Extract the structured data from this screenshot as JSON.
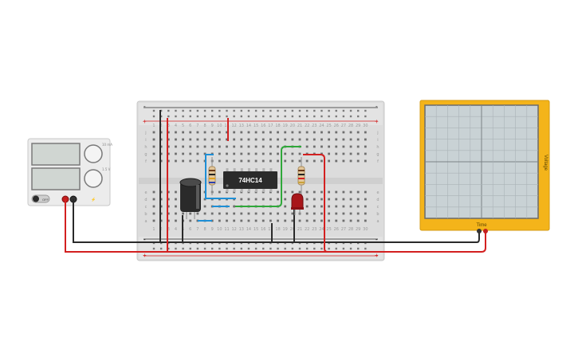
{
  "chip": {
    "label": "74HC14"
  },
  "power_supply": {
    "off_label": "OFF",
    "dial_labels": [
      "10 mA",
      "1.5 V"
    ]
  },
  "oscilloscope": {
    "time_label": "Time",
    "voltage_label": "Voltage"
  },
  "breadboard": {
    "row_letters_top": [
      "j",
      "i",
      "h",
      "g",
      "f"
    ],
    "row_letters_bottom": [
      "e",
      "d",
      "c",
      "b",
      "a"
    ],
    "columns": [
      1,
      2,
      3,
      4,
      5,
      6,
      7,
      8,
      9,
      10,
      11,
      12,
      13,
      14,
      15,
      16,
      17,
      18,
      19,
      20,
      21,
      22,
      23,
      24,
      25,
      26,
      27,
      28,
      29,
      30
    ],
    "rail_plus": "+",
    "rail_minus": "-"
  },
  "colors": {
    "wire_red": "#d32020",
    "wire_black": "#2a2a2a",
    "wire_blue": "#1e8fd6",
    "wire_green": "#2fa83a",
    "scope_frame": "#f4b41a",
    "led": "#a8161a",
    "chip": "#2b2b2b"
  }
}
